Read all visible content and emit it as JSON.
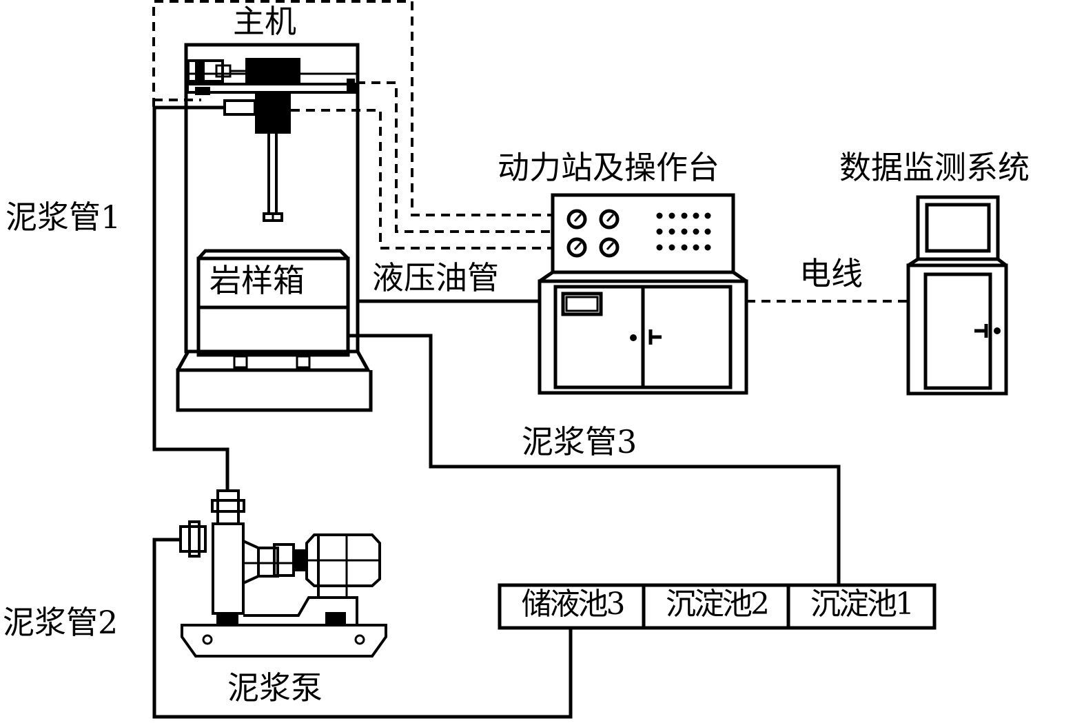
{
  "diagram": {
    "type": "experimental-apparatus-schematic",
    "colors": {
      "line": "#000000",
      "background": "#ffffff"
    },
    "components": {
      "host": {
        "label": "主机"
      },
      "rock_box": {
        "label": "岩样箱"
      },
      "power_station": {
        "label": "动力站及操作台"
      },
      "monitor": {
        "label": "数据监测系统"
      },
      "pump": {
        "label": "泥浆泵"
      },
      "pools": [
        {
          "label": "储液池3"
        },
        {
          "label": "沉淀池2"
        },
        {
          "label": "沉淀池1"
        }
      ]
    },
    "connections": {
      "slurry_pipe_1": {
        "label": "泥浆管1"
      },
      "slurry_pipe_2": {
        "label": "泥浆管2"
      },
      "slurry_pipe_3": {
        "label": "泥浆管3"
      },
      "hydraulic_pipe": {
        "label": "液压油管"
      },
      "wire": {
        "label": "电线"
      }
    }
  }
}
